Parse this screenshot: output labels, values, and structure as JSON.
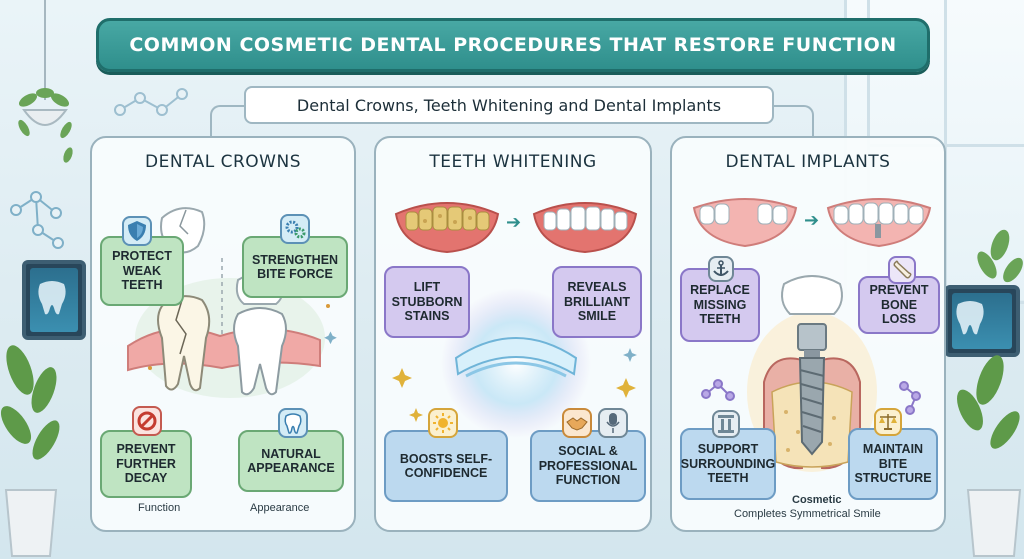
{
  "title": "COMMON COSMETIC DENTAL PROCEDURES THAT RESTORE FUNCTION",
  "subtitle": "Dental Crowns, Teeth Whitening and Dental Implants",
  "colors": {
    "accent": "#2f8f8c",
    "green": "#bfe4c2",
    "purple": "#d4c9ef",
    "blue": "#bcd9ef"
  },
  "panels": [
    {
      "title": "DENTAL CROWNS",
      "bubbles": [
        {
          "text": "PROTECT WEAK TEETH",
          "icon": "shield-icon"
        },
        {
          "text": "STRENGTHEN BITE FORCE",
          "icon": "gears-icon"
        },
        {
          "text": "PREVENT FURTHER DECAY",
          "icon": "prohibited-icon"
        },
        {
          "text": "NATURAL APPEARANCE",
          "icon": "tooth-icon"
        }
      ],
      "footer_left": "Function",
      "footer_right": "Appearance"
    },
    {
      "title": "TEETH WHITENING",
      "bubbles": [
        {
          "text": "LIFT STUBBORN STAINS",
          "icon": "stain-icon"
        },
        {
          "text": "REVEALS BRILLIANT SMILE",
          "icon": "sparkle-icon"
        },
        {
          "text": "BOOSTS SELF-CONFIDENCE",
          "icon": "sun-icon"
        },
        {
          "text": "SOCIAL & PROFESSIONAL FUNCTION",
          "icon": "handshake-microphone-icon"
        }
      ]
    },
    {
      "title": "DENTAL IMPLANTS",
      "bubbles": [
        {
          "text": "REPLACE MISSING TEETH",
          "icon": "anchor-icon"
        },
        {
          "text": "PREVENT BONE LOSS",
          "icon": "bone-icon"
        },
        {
          "text": "SUPPORT SURROUNDING TEETH",
          "icon": "pillar-icon"
        },
        {
          "text": "MAINTAIN BITE STRUCTURE",
          "icon": "scales-icon"
        }
      ],
      "footer_top": "Cosmetic",
      "footer_bottom": "Completes Symmetrical Smile"
    }
  ]
}
